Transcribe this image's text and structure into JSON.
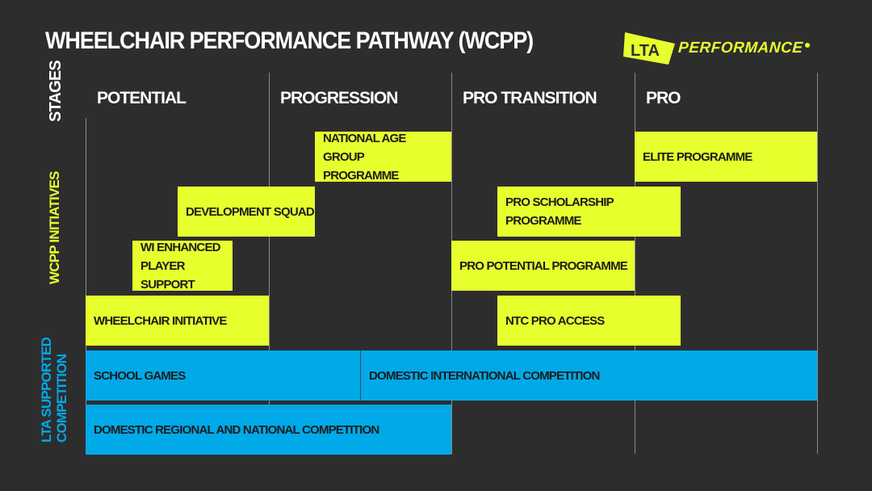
{
  "title": "WHEELCHAIR PERFORMANCE PATHWAY (WCPP)",
  "logo": {
    "lta": "LTA",
    "performance": "PERFORMANCE"
  },
  "side_labels": {
    "stages": "STAGES",
    "initiatives": "WCPP INITIATIVES",
    "competition_line1": "LTA SUPPORTED",
    "competition_line2": "COMPETITION"
  },
  "stages": [
    "POTENTIAL",
    "PROGRESSION",
    "PRO TRANSITION",
    "PRO"
  ],
  "initiatives": {
    "national_age_group": "NATIONAL AGE GROUP PROGRAMME",
    "elite": "ELITE PROGRAMME",
    "development_squad": "DEVELOPMENT SQUAD",
    "pro_scholarship": "PRO SCHOLARSHIP PROGRAMME",
    "wi_enhanced": "WI ENHANCED PLAYER SUPPORT",
    "pro_potential": "PRO POTENTIAL PROGRAMME",
    "wheelchair_initiative": "WHEELCHAIR INITIATIVE",
    "ntc_pro_access": "NTC PRO ACCESS"
  },
  "competition": {
    "school_games": "SCHOOL GAMES",
    "domestic_international": "DOMESTIC INTERNATIONAL COMPETITION",
    "domestic_regional": "DOMESTIC REGIONAL AND NATIONAL COMPETITION"
  },
  "colors": {
    "background": "#2d2d2e",
    "initiative": "#e6ff2d",
    "competition": "#00a9e8",
    "text_dark": "#1b1b1b",
    "text_light": "#ffffff"
  }
}
